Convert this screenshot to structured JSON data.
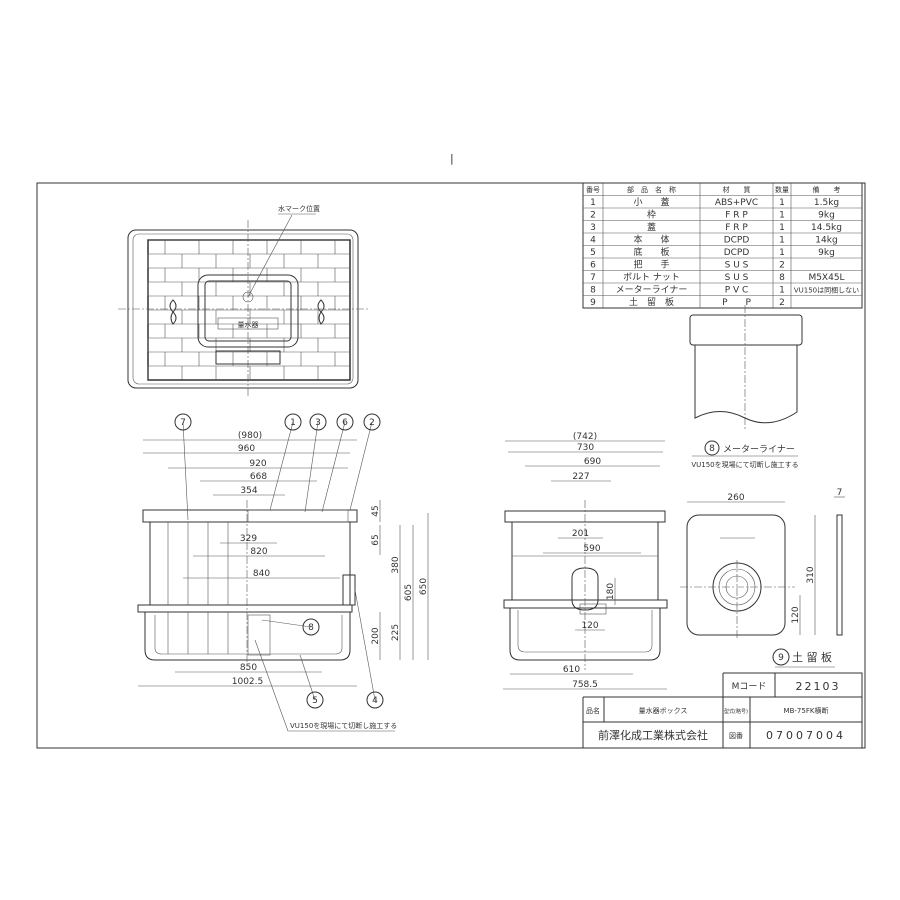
{
  "sheet_mark": "|",
  "parts_table": {
    "headers": [
      "番号",
      "部　品　名　称",
      "材　　質",
      "数量",
      "備　　考"
    ],
    "rows": [
      [
        "1",
        "小　　蓋",
        "ABS+PVC",
        "1",
        "1.5kg"
      ],
      [
        "2",
        "枠",
        "F R P",
        "1",
        "9kg"
      ],
      [
        "3",
        "蓋",
        "F R P",
        "1",
        "14.5kg"
      ],
      [
        "4",
        "本　　体",
        "DCPD",
        "1",
        "14kg"
      ],
      [
        "5",
        "底　　板",
        "DCPD",
        "1",
        "9kg"
      ],
      [
        "6",
        "把　　手",
        "S U S",
        "2",
        ""
      ],
      [
        "7",
        "ボルト ナット",
        "S U S",
        "8",
        "M5X45L"
      ],
      [
        "8",
        "メーターライナー",
        "P V C",
        "1",
        "VU150は同梱しない"
      ],
      [
        "9",
        "土　留　板",
        "P　　P",
        "2",
        ""
      ]
    ]
  },
  "top_view": {
    "water_mark_label": "水マーク位置",
    "lid_lettering": "量水器"
  },
  "front_view": {
    "dims": {
      "d980": "(980)",
      "d960": "960",
      "d920": "920",
      "d668": "668",
      "d354": "354",
      "d329": "329",
      "d820": "820",
      "d840": "840",
      "d850": "850",
      "d1002": "1002.5",
      "d45": "45",
      "d65": "65",
      "d380": "380",
      "d605": "605",
      "d650": "650",
      "d200": "200",
      "d225": "225"
    },
    "balloons": {
      "b7": "7",
      "b1": "1",
      "b3": "3",
      "b6": "6",
      "b2": "2",
      "b8": "8",
      "b5": "5",
      "b4": "4"
    },
    "note": "VU150を現場にて切断し施工する"
  },
  "side_view": {
    "dims": {
      "d742": "(742)",
      "d730": "730",
      "d690": "690",
      "d227": "227",
      "d201": "201",
      "d590": "590",
      "d180": "180",
      "d120": "120",
      "d610": "610",
      "d758": "758.5"
    }
  },
  "meter_liner": {
    "number": "8",
    "label": "メーターライナー",
    "note": "VU150を現場にて切断し施工する"
  },
  "retaining_plate": {
    "number": "9",
    "label": "土 留 板",
    "dims": {
      "width": "260",
      "height": "310",
      "hole": "120",
      "thickness": "7"
    }
  },
  "title_block": {
    "m_code_label": "Mコード",
    "m_code": "22103",
    "product_name_label": "品名",
    "product_name": "量水器ボックス",
    "model_label": "型式(略号)",
    "model": "MB-75FK横断",
    "company": "前澤化成工業株式会社",
    "drawing_no_label": "図番",
    "drawing_no": "07007004"
  }
}
